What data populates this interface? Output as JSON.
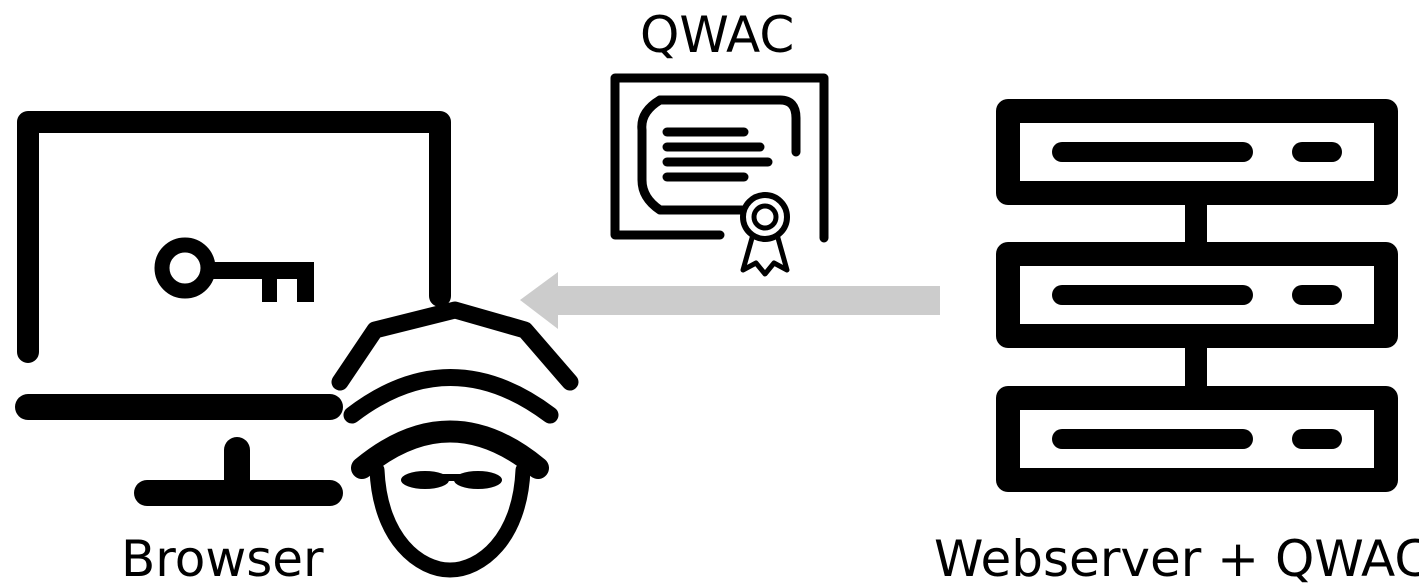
{
  "labels": {
    "certificate": "QWAC",
    "client": "Browser",
    "server": "Webserver + QWAC"
  },
  "colors": {
    "stroke": "#000000",
    "arrow": "#cccccc",
    "background": "#ffffff"
  },
  "icons": [
    "monitor-icon",
    "key-icon",
    "spy-icon",
    "certificate-icon",
    "server-icon",
    "arrow-left-icon"
  ]
}
